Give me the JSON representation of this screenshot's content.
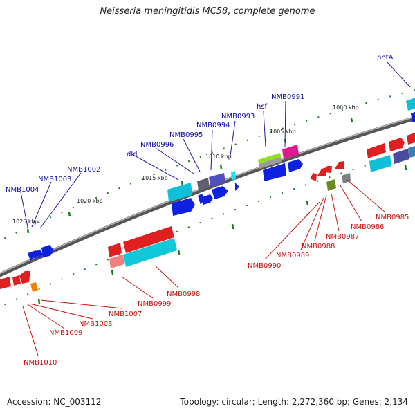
{
  "title": "Neisseria meningitidis MC58, complete genome",
  "footer": {
    "accession": "Accession: NC_003112",
    "summary": "Topology: circular; Length: 2,272,360 bp; Genes: 2,134"
  },
  "ticks": [
    "1000 kbp",
    "1005 kbp",
    "1010 kbp",
    "1015 kbp",
    "1020 kbp",
    "1025 kbp"
  ],
  "top_labels": [
    "pntA",
    "NMB0991",
    "hsf",
    "NMB0993",
    "NMB0994",
    "NMB0995",
    "NMB0996",
    "dld",
    "NMB1002",
    "NMB1003",
    "NMB1004"
  ],
  "bottom_labels": [
    "NMB0985",
    "NMB0986",
    "NMB0987",
    "NMB0988",
    "NMB0989",
    "NMB0990",
    "NMB0998",
    "NMB0999",
    "NMB1007",
    "NMB1008",
    "NMB1009",
    "NMB1010"
  ],
  "colors": {
    "backbone": "#7a7a7a",
    "forward_label": "#0a0aa0",
    "reverse_label": "#cc1111",
    "tick": "#1a7a1a"
  }
}
